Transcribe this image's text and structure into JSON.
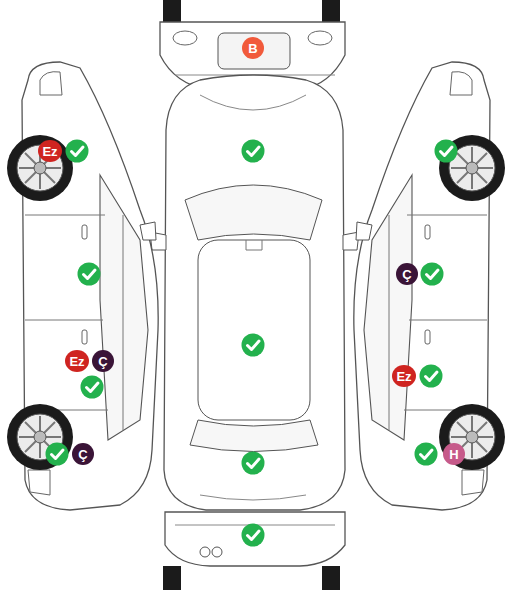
{
  "diagram": {
    "nodes": [
      {
        "text": [
          "B"
        ]
      },
      {
        "text": [
          "Ez"
        ]
      },
      {
        "text": [
          "Ç"
        ]
      },
      {
        "text": [
          "Ez"
        ]
      },
      {
        "text": [
          "Ç"
        ]
      },
      {
        "text": [
          "Ez"
        ]
      },
      {
        "text": [
          "Ç"
        ]
      },
      {
        "text": [
          "H"
        ]
      }
    ]
  }
}
